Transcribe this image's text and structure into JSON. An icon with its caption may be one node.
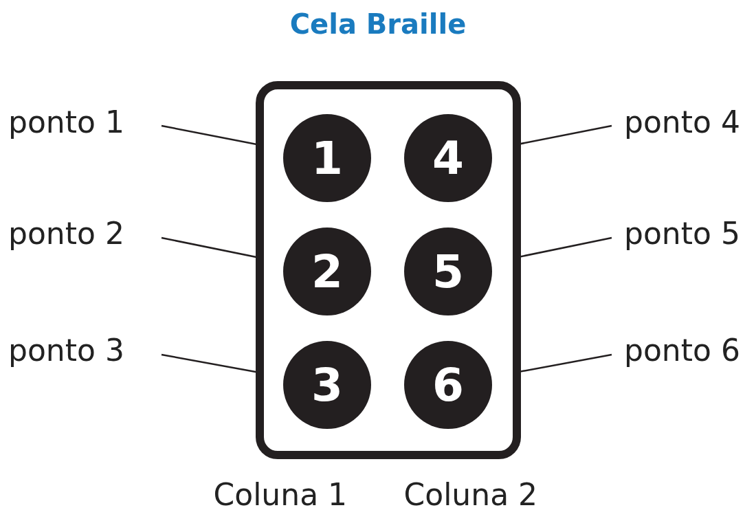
{
  "diagram": {
    "title": "Cela Braille",
    "nodes": [
      {
        "text": [],
        "shape": "box"
      },
      {
        "text": [
          "1"
        ],
        "in": 0
      },
      {
        "text": [
          "4"
        ],
        "in": 0
      },
      {
        "text": [
          "2"
        ],
        "in": 0
      },
      {
        "text": [
          "5"
        ],
        "in": 0
      },
      {
        "text": [
          "3"
        ],
        "in": 0
      },
      {
        "text": [
          "6"
        ],
        "in": 0
      },
      {
        "text": [
          "ponto 1"
        ]
      },
      {
        "text": [
          "ponto 4"
        ]
      },
      {
        "text": [
          "ponto 2"
        ]
      },
      {
        "text": [
          "ponto 5"
        ]
      },
      {
        "text": [
          "ponto 3"
        ]
      },
      {
        "text": [
          "ponto 6"
        ]
      }
    ],
    "edges": [
      {
        "from": 7,
        "to": 1,
        "arrow": "none"
      },
      {
        "from": 8,
        "to": 2,
        "arrow": "none"
      },
      {
        "from": 9,
        "to": 3,
        "arrow": "none"
      },
      {
        "from": 10,
        "to": 4,
        "arrow": "none"
      },
      {
        "from": 11,
        "to": 5,
        "arrow": "none"
      },
      {
        "from": 12,
        "to": 6,
        "arrow": "none"
      }
    ],
    "labels": [
      "Coluna 1",
      "Coluna 2"
    ]
  }
}
